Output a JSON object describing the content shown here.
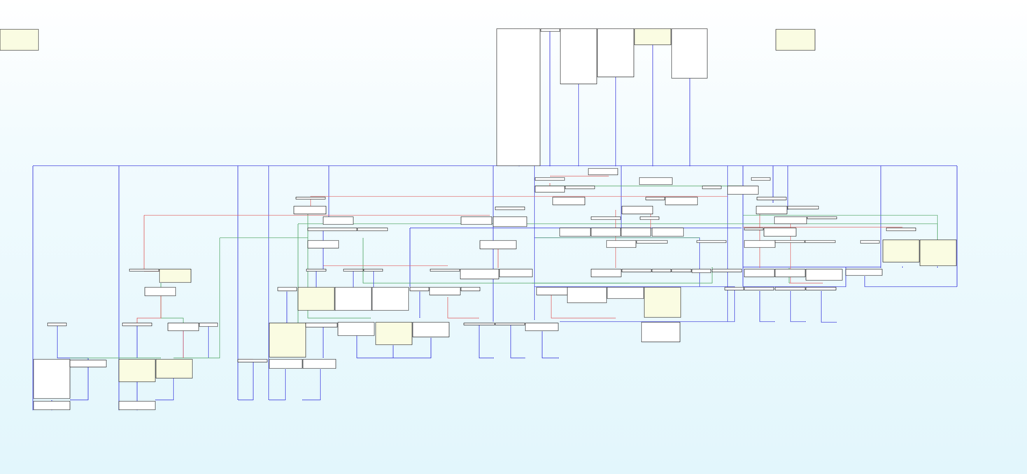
{
  "graph": {
    "colors": {
      "node_fill": "#ffffff",
      "node_fill_highlight": "#fafce2",
      "node_border": "#333333",
      "edge_blue": "#3b3bdc",
      "edge_red": "#e06a6a",
      "edge_green": "#5aab6e",
      "background_top": "#ffffff",
      "background_bottom": "#e2f6fc"
    },
    "edge_types": [
      "blue",
      "red",
      "green"
    ]
  }
}
